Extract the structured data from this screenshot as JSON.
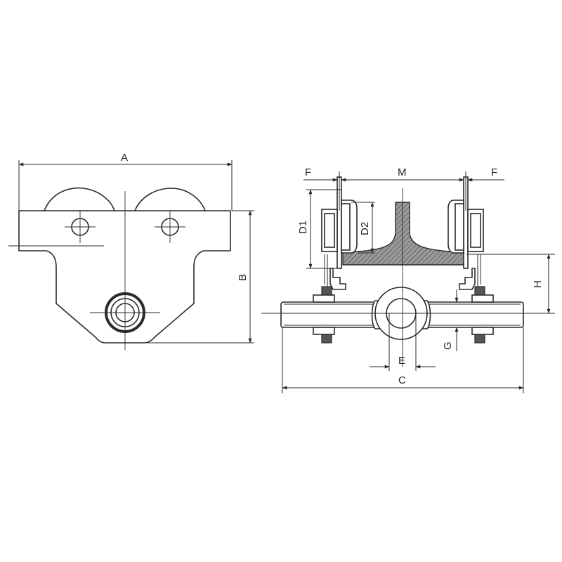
{
  "labels": {
    "A": "A",
    "B": "B",
    "C": "C",
    "D1": "D1",
    "D2": "D2",
    "E": "E",
    "F_left": "F",
    "F_right": "F",
    "G": "G",
    "H": "H",
    "M": "M"
  },
  "colors": {
    "line": "#2a2a2a",
    "hatch_fill": "#9a9a9a",
    "dark_part": "#555555",
    "background": "#ffffff"
  }
}
